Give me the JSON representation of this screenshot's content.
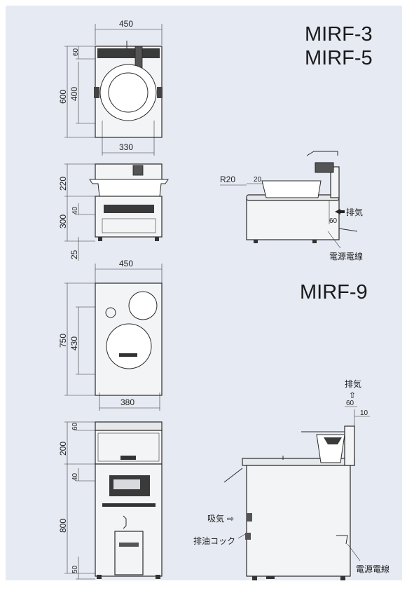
{
  "models": {
    "top_group_line1": "MIRF-3",
    "top_group_line2": "MIRF-5",
    "bottom_group": "MIRF-9"
  },
  "dimensions_top_plan": {
    "width": "450",
    "depth": "600",
    "top_strip": "60",
    "pot_area": "400",
    "pot_width": "330"
  },
  "dimensions_top_front": {
    "top": "220",
    "body": "300",
    "middle": "40",
    "legs": "25"
  },
  "dimensions_top_side": {
    "radius": "R20",
    "rim": "20",
    "exhaust_gap": "60"
  },
  "dimensions_bottom_plan": {
    "width": "450",
    "depth": "750",
    "pot_area": "430",
    "pot_width": "380"
  },
  "dimensions_bottom_front": {
    "top_strip": "60",
    "top": "200",
    "middle": "40",
    "body": "800",
    "legs": "50"
  },
  "dimensions_bottom_side": {
    "exhaust_gap": "60",
    "offset": "10"
  },
  "labels": {
    "exhaust_top": "排気",
    "power_cord_top": "電源電線",
    "exhaust_bottom": "排気",
    "intake": "吸気",
    "intake_arrow": "⇨",
    "exhaust_arrow_up": "⇧",
    "drain_cock": "排油コック",
    "power_cord_bottom": "電源電線"
  },
  "colors": {
    "background_panel": "#e6eaf3",
    "line": "#2a2a2a",
    "fill": "#f3f4f6"
  }
}
